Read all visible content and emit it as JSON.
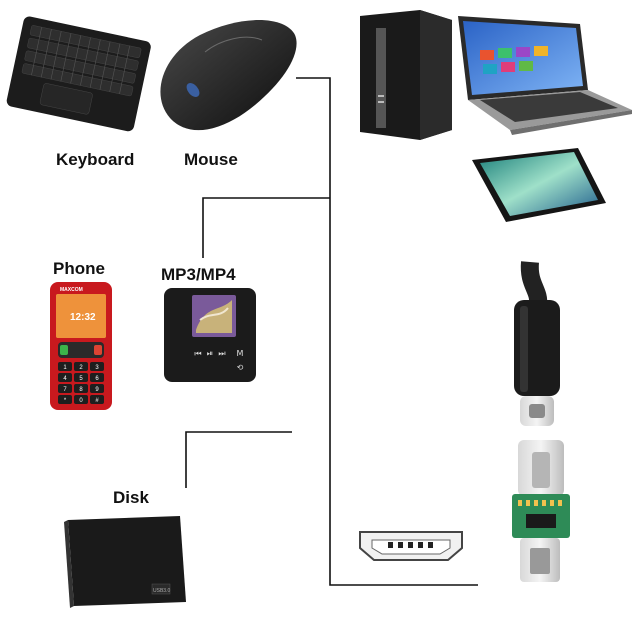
{
  "labels": {
    "keyboard": "Keyboard",
    "mouse": "Mouse",
    "phone": "Phone",
    "mp3": "MP3/MP4",
    "disk": "Disk"
  },
  "phone": {
    "brand": "MAXCOM",
    "screen_time": "12:32",
    "keys": [
      "1",
      "2",
      "3",
      "4",
      "5",
      "6",
      "7",
      "8",
      "9",
      "*",
      "0",
      "#"
    ]
  },
  "mp3_player": {
    "buttons": [
      "⏮",
      "⏯",
      "⏭",
      "M",
      "⟲"
    ]
  },
  "disk": {
    "badge": "USB3.0"
  },
  "colors": {
    "line": "#111111",
    "phone_red": "#c8191e",
    "device_black": "#1b1b1b",
    "adapter_green": "#2e8b57"
  }
}
